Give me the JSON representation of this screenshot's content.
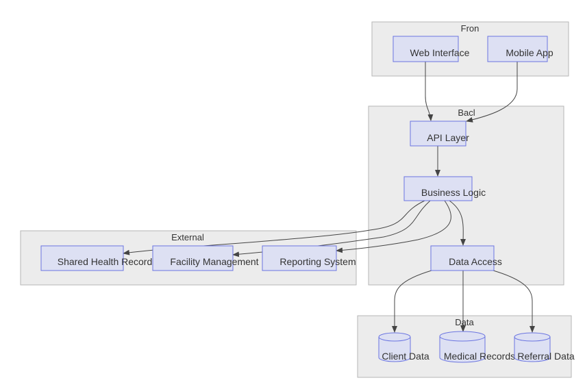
{
  "clusters": {
    "frontend": {
      "label": "Fron"
    },
    "backend": {
      "label": "Bacl"
    },
    "external": {
      "label": "External"
    },
    "data": {
      "label": "Data"
    }
  },
  "nodes": {
    "web_interface": "Web Interface",
    "mobile_app": "Mobile App",
    "api_layer": "API Layer",
    "business_logic": "Business Logic",
    "data_access": "Data Access",
    "shared_health_record": "Shared Health Record",
    "facility_management": "Facility Management",
    "reporting_system": "Reporting System",
    "client_data": "Client Data",
    "medical_records": "Medical Records",
    "referral_data": "Referral Data"
  },
  "colors": {
    "cluster_fill": "#ececec",
    "node_fill": "#dde0f3",
    "node_stroke": "#6a74e0",
    "edge": "#444444"
  }
}
